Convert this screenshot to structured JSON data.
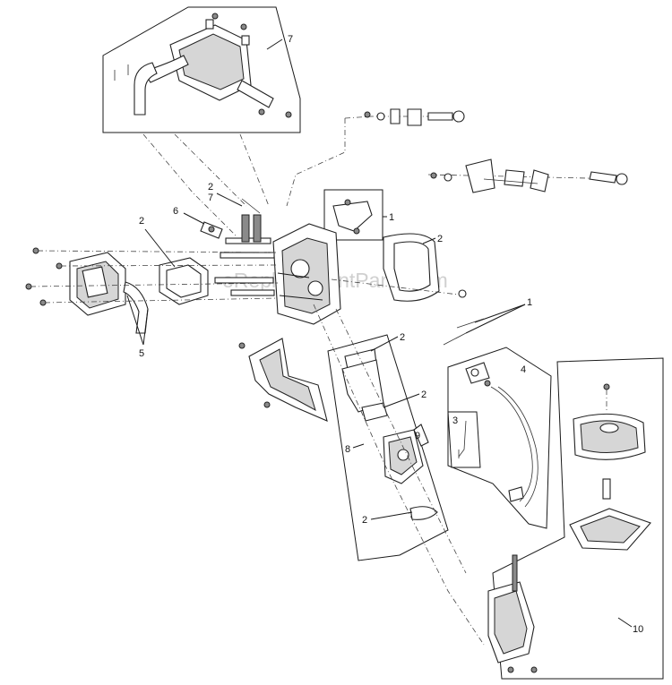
{
  "watermark": "eReplacementParts.com",
  "callouts": {
    "c1a": "1",
    "c1b": "1",
    "c2_top": "2",
    "c2_left": "2",
    "c2_right": "2",
    "c2_carb_top": "2",
    "c2_carb_mid": "2",
    "c2_carb_bottom": "2",
    "c3": "3",
    "c4": "4",
    "c5": "5",
    "c6": "6",
    "c7_top": "7",
    "c7_mid": "7",
    "c8": "8",
    "c9": "9",
    "c10": "10"
  }
}
